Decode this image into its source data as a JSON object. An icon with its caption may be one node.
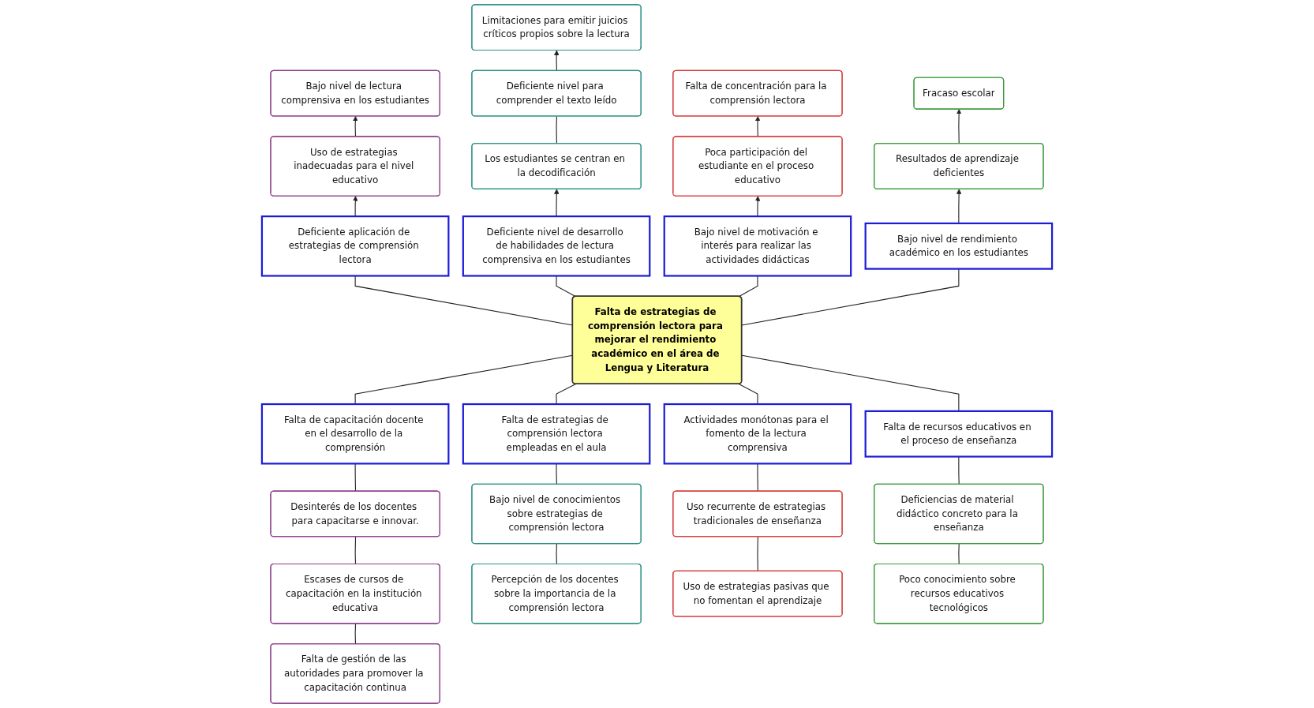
{
  "diagram": {
    "nodes": [
      {
        "text": [
          "Limitaciones para emitir juicios críticos propios sobre la lectura"
        ]
      },
      {
        "text": [
          "Bajo nivel de lectura comprensiva en los estudiantes"
        ]
      },
      {
        "text": [
          "Deficiente nivel para comprender el texto leído"
        ]
      },
      {
        "text": [
          "Falta de concentración para la comprensión lectora"
        ]
      },
      {
        "text": [
          "Fracaso escolar"
        ]
      },
      {
        "text": [
          "Resultados de aprendizaje deficientes"
        ]
      },
      {
        "text": [
          "Poca participación del estudiante en el proceso educativo"
        ]
      },
      {
        "text": [
          "Uso de estrategias inadecuadas para el nivel educativo"
        ]
      },
      {
        "text": [
          "Los estudiantes se centran en la decodificación"
        ]
      },
      {
        "text": [
          "Deficiente aplicación de estrategias de comprensión lectora"
        ]
      },
      {
        "text": [
          "Deficiente nivel de desarrollo de habilidades de lectura comprensiva en los estudiantes"
        ]
      },
      {
        "text": [
          "Bajo nivel de motivación e interés para realizar las actividades didácticas"
        ]
      },
      {
        "text": [
          "Bajo nivel de rendimiento académico en los estudiantes"
        ]
      },
      {
        "text": [
          "Falta de estrategias de comprensión lectora para mejorar el rendimiento académico en el área de Lengua y Literatura"
        ]
      },
      {
        "text": [
          "Falta de capacitación docente en el desarrollo de la comprensión"
        ]
      },
      {
        "text": [
          "Falta de estrategias de comprensión lectora empleadas en el aula"
        ]
      },
      {
        "text": [
          "Actividades monótonas para el fomento de la lectura comprensiva"
        ]
      },
      {
        "text": [
          "Falta de recursos educativos en el proceso de enseñanza"
        ]
      },
      {
        "text": [
          "Desinterés de los docentes para capacitarse e innovar."
        ]
      },
      {
        "text": [
          "Bajo nivel de conocimientos sobre estrategias de comprensión lectora"
        ]
      },
      {
        "text": [
          "Uso recurrente de estrategias tradicionales de enseñanza"
        ]
      },
      {
        "text": [
          "Deficiencias de material didáctico concreto para la enseñanza"
        ]
      },
      {
        "text": [
          "Escases de cursos de capacitación en la institución educativa"
        ]
      },
      {
        "text": [
          "Percepción de los docentes sobre la importancia de la comprensión lectora"
        ]
      },
      {
        "text": [
          "Uso de estrategias pasivas que no fomentan el aprendizaje"
        ]
      },
      {
        "text": [
          "Poco conocimiento sobre recursos educativos tecnológicos"
        ]
      },
      {
        "text": [
          "Falta de gestión de las autoridades para promover la capacitación continua"
        ]
      }
    ],
    "edges": [
      {
        "from": 13,
        "to": 9,
        "arrow": "none"
      },
      {
        "from": 13,
        "to": 10,
        "arrow": "none"
      },
      {
        "from": 13,
        "to": 11,
        "arrow": "none"
      },
      {
        "from": 13,
        "to": 12,
        "arrow": "none"
      },
      {
        "from": 9,
        "to": 7,
        "arrow": "to"
      },
      {
        "from": 7,
        "to": 1,
        "arrow": "to"
      },
      {
        "from": 10,
        "to": 8,
        "arrow": "to"
      },
      {
        "from": 8,
        "to": 2,
        "arrow": "none"
      },
      {
        "from": 2,
        "to": 0,
        "arrow": "to"
      },
      {
        "from": 11,
        "to": 6,
        "arrow": "to"
      },
      {
        "from": 6,
        "to": 3,
        "arrow": "to"
      },
      {
        "from": 12,
        "to": 5,
        "arrow": "to"
      },
      {
        "from": 5,
        "to": 4,
        "arrow": "to"
      },
      {
        "from": 13,
        "to": 14,
        "arrow": "none"
      },
      {
        "from": 13,
        "to": 15,
        "arrow": "none"
      },
      {
        "from": 13,
        "to": 16,
        "arrow": "none"
      },
      {
        "from": 13,
        "to": 17,
        "arrow": "none"
      },
      {
        "from": 14,
        "to": 18,
        "arrow": "none"
      },
      {
        "from": 18,
        "to": 22,
        "arrow": "none"
      },
      {
        "from": 22,
        "to": 26,
        "arrow": "none"
      },
      {
        "from": 15,
        "to": 19,
        "arrow": "none"
      },
      {
        "from": 19,
        "to": 23,
        "arrow": "none"
      },
      {
        "from": 16,
        "to": 20,
        "arrow": "none"
      },
      {
        "from": 20,
        "to": 24,
        "arrow": "none"
      },
      {
        "from": 17,
        "to": 21,
        "arrow": "none"
      },
      {
        "from": 21,
        "to": 25,
        "arrow": "none"
      }
    ]
  }
}
